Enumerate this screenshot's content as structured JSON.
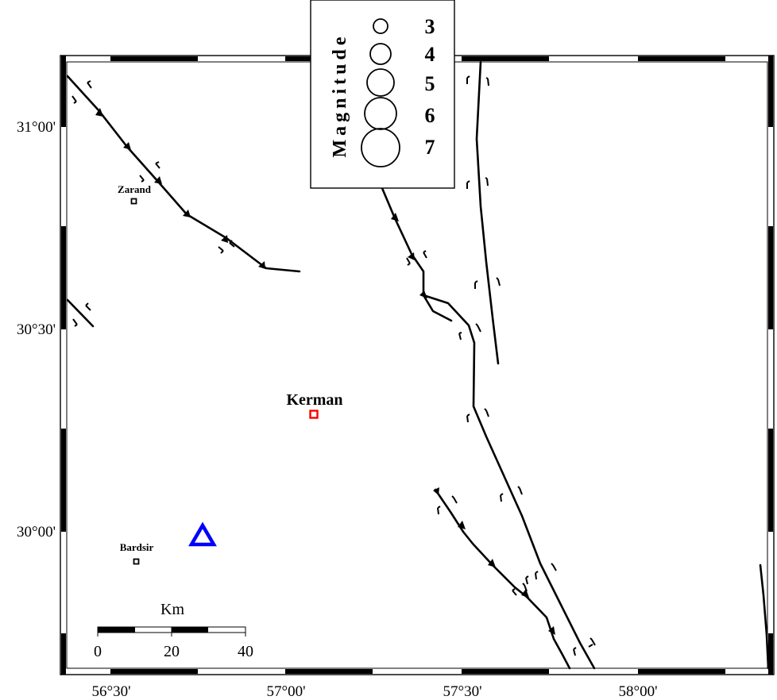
{
  "map": {
    "lon_ticks": [
      "56°30'",
      "57°00'",
      "57°30'",
      "58°00'"
    ],
    "lat_ticks": [
      "31°00'",
      "30°30'",
      "30°00'"
    ]
  },
  "places": {
    "zarand": "Zarand",
    "kerman": "Kerman",
    "bardsir": "Bardsir"
  },
  "colors": {
    "kerman_marker": "#ff0000",
    "station_marker": "#0000ff",
    "fault": "#000000"
  },
  "station": {
    "icon": "triangle-icon"
  },
  "scale": {
    "unit": "Km",
    "ticks": [
      "0",
      "20",
      "40"
    ]
  },
  "legend": {
    "title": "Magnitude",
    "magnitudes": [
      "3",
      "4",
      "5",
      "6",
      "7"
    ]
  }
}
